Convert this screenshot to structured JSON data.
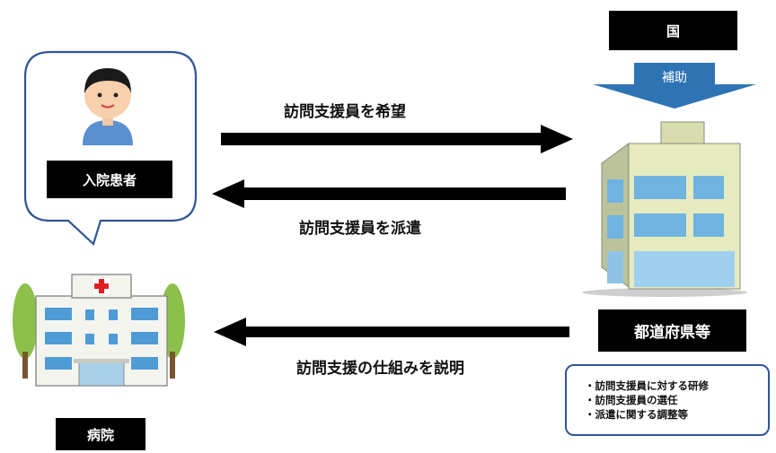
{
  "nodes": {
    "country": "国",
    "subsidy": "補助",
    "patient": "入院患者",
    "hospital": "病院",
    "prefecture": "都道府県等"
  },
  "arrows": {
    "request": "訪問支援員を希望",
    "dispatch": "訪問支援員を派遣",
    "explain": "訪問支援の仕組みを説明"
  },
  "notes": [
    "・訪問支援員に対する研修",
    "・訪問支援員の選任",
    "・派遣に関する調整等"
  ],
  "colors": {
    "subsidy_arrow": "#2e74b5",
    "bubble_border": "#2f5597",
    "box": "#000000"
  }
}
